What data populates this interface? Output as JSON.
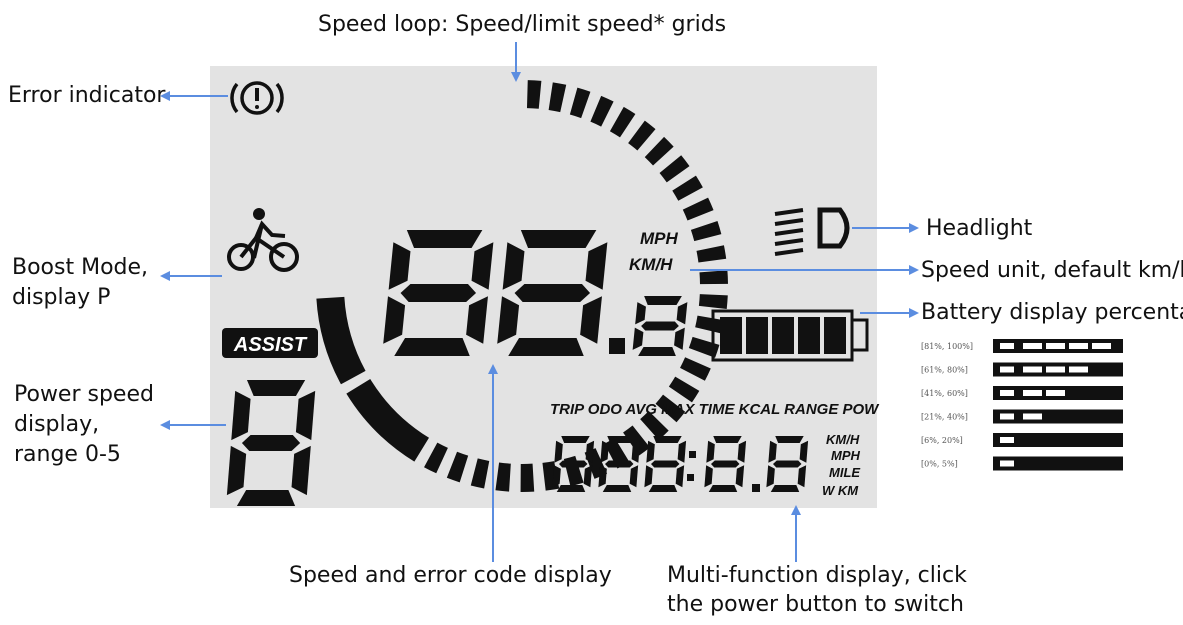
{
  "labels": {
    "speed_loop": "Speed loop: Speed/limit speed* grids",
    "error_indicator": "Error indicator",
    "boost_mode_1": "Boost Mode,",
    "boost_mode_2": "display P",
    "power_speed_1": "Power speed",
    "power_speed_2": "display,",
    "power_speed_3": "range 0-5",
    "headlight": "Headlight",
    "speed_unit": "Speed unit, default km/h",
    "battery": "Battery display percentage",
    "speed_error": "Speed and error code display",
    "multi_1": "Multi-function display, click",
    "multi_2": "the power button to switch"
  },
  "lcd": {
    "assist": "ASSIST",
    "mph": "MPH",
    "kmh": "KM/H",
    "modes": "TRIP ODO AVG MAX TIME KCAL RANGE POW",
    "unit_kmh": "KM/H",
    "unit_mph": "MPH",
    "unit_mile": "MILE",
    "unit_wkm": "W KM",
    "speed_digits": "88.8",
    "assist_digit": "8",
    "multi_digits": "888:8.8"
  },
  "battery_legend": [
    {
      "range": "[81%, 100%]",
      "bars": 5
    },
    {
      "range": "[61%, 80%]",
      "bars": 4
    },
    {
      "range": "[41%, 60%]",
      "bars": 3
    },
    {
      "range": "[21%, 40%]",
      "bars": 2
    },
    {
      "range": "[6%, 20%]",
      "bars": 1
    },
    {
      "range": "[0%, 5%]",
      "bars": 1
    }
  ],
  "colors": {
    "arrow": "#5b8de0",
    "lcd_bg": "#e3e3e3",
    "segment": "#111111"
  },
  "icons": [
    "error-icon",
    "bicycle-icon",
    "headlight-icon",
    "battery-icon"
  ]
}
